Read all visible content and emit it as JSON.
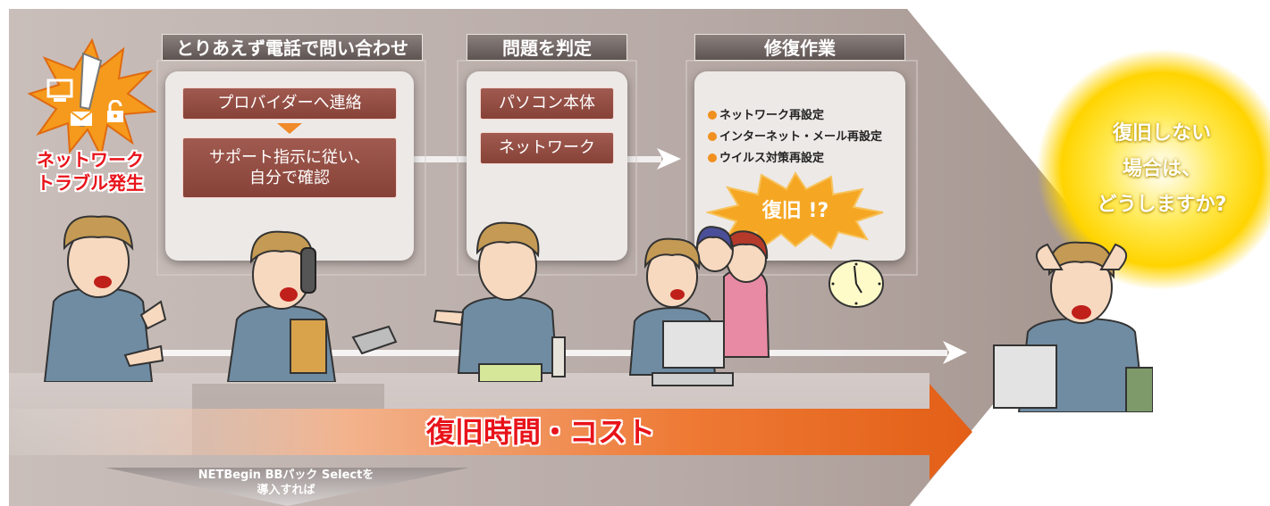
{
  "steps": [
    {
      "header": "とりあえず電話で問い合わせ",
      "items": [
        "プロバイダーへ連絡",
        "サポート指示に従い、\n自分で確認"
      ]
    },
    {
      "header": "問題を判定",
      "items": [
        "パソコン本体",
        "ネットワーク"
      ]
    },
    {
      "header": "修復作業",
      "bullets": [
        "ネットワーク再設定",
        "インターネット・メール再設定",
        "ウイルス対策再設定"
      ],
      "burst": "復旧 !?"
    }
  ],
  "trouble_label": "ネットワーク\nトラブル発生",
  "result_text": "復旧しない\n場合は、\nどうしますか?",
  "bar_label": "復旧時間・コスト",
  "footer_text": "NETBegin BBパック Selectを\n導入すれば",
  "colors": {
    "header": "#6e6461",
    "pill": "#93493f",
    "bar_orange": "#e8681e",
    "glow": "#ffd800",
    "burst": "#f5a623",
    "bullet": "#f0901f"
  },
  "icons": [
    "warning-burst-icon",
    "computer-icon",
    "envelope-icon",
    "padlock-icon",
    "clock-icon"
  ]
}
